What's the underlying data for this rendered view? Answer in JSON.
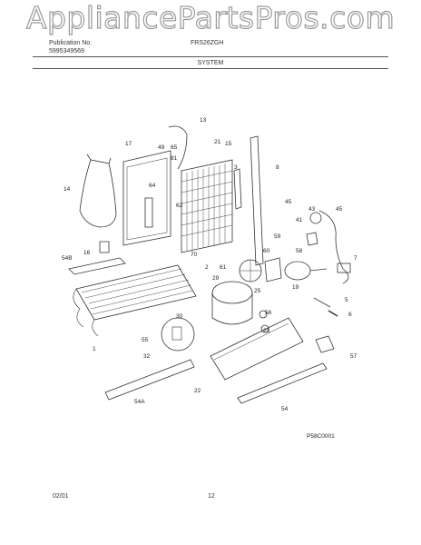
{
  "watermark": "AppliancePartsPros.com",
  "header": {
    "publication_label": "Publication No.",
    "publication_number": "5995349569",
    "model": "FRS26ZGH",
    "section": "SYSTEM"
  },
  "diagram": {
    "callouts": [
      "13",
      "17",
      "49",
      "65",
      "21",
      "15",
      "3",
      "8",
      "81",
      "14",
      "64",
      "62",
      "45",
      "43",
      "45",
      "41",
      "16",
      "70",
      "2",
      "54B",
      "61",
      "60",
      "59",
      "58",
      "7",
      "29",
      "25",
      "19",
      "5",
      "6",
      "56",
      "23",
      "30",
      "55",
      "32",
      "1",
      "57",
      "22",
      "54A",
      "54"
    ],
    "figure_code": "P58C0001"
  },
  "footer": {
    "date": "02/01",
    "page": "12"
  }
}
